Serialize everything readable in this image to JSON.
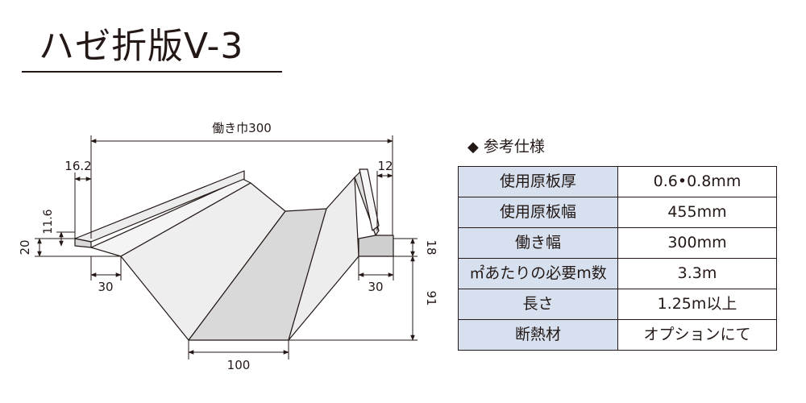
{
  "title": "ハゼ折版V-3",
  "diagram": {
    "dims": {
      "width_top": "働き巾300",
      "left_top": "16.2",
      "right_top": "12",
      "left_height_small": "11.6",
      "left_height": "20",
      "right_height": "18",
      "left_flange": "30",
      "right_flange": "30",
      "depth": "91",
      "bottom": "100"
    },
    "colors": {
      "panel_light": "#f2f2f2",
      "panel_mid": "#dcdcdc",
      "panel_dark": "#c8c8c8",
      "line": "#231815"
    }
  },
  "spec": {
    "heading_icon": "diamond-icon",
    "heading": "参考仕様",
    "rows": [
      {
        "label": "使用原板厚",
        "value": "0.6•0.8mm"
      },
      {
        "label": "使用原板幅",
        "value": "455mm"
      },
      {
        "label": "働き幅",
        "value": "300mm"
      },
      {
        "label": "㎡あたりの必要m数",
        "value": "3.3m"
      },
      {
        "label": "長さ",
        "value": "1.25m以上"
      },
      {
        "label": "断熱材",
        "value": "オプションにて"
      }
    ],
    "label_bg": "#d6e0ee"
  }
}
